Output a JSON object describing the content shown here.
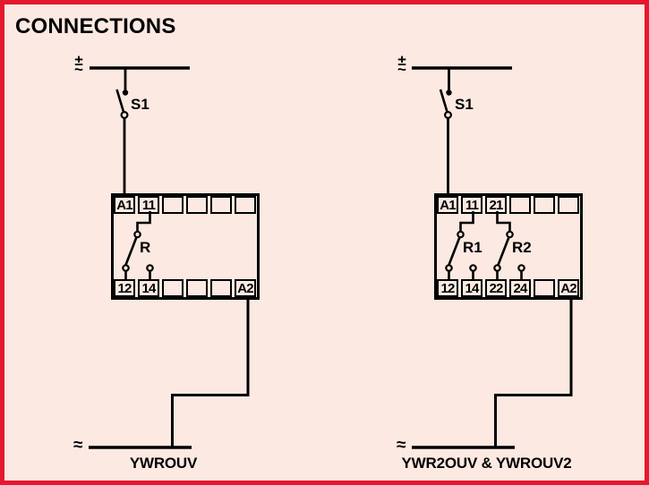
{
  "title": "CONNECTIONS",
  "colors": {
    "frame": "#E6182E",
    "background": "#FBE9E2",
    "line": "#000000",
    "text": "#000000"
  },
  "diagrams": [
    {
      "caption": "YWROUV",
      "supply": {
        "plus_minus": "±",
        "tilde": "~",
        "approx": "≈"
      },
      "switch": {
        "label": "S1"
      },
      "relays": [
        {
          "label": "R"
        }
      ],
      "terminals": {
        "top": [
          "A1",
          "11",
          "",
          "",
          "",
          ""
        ],
        "bottom": [
          "12",
          "14",
          "",
          "",
          "",
          "A2"
        ]
      }
    },
    {
      "caption": "YWR2OUV & YWROUV2",
      "supply": {
        "plus_minus": "±",
        "tilde": "~",
        "approx": "≈"
      },
      "switch": {
        "label": "S1"
      },
      "relays": [
        {
          "label": "R1"
        },
        {
          "label": "R2"
        }
      ],
      "terminals": {
        "top": [
          "A1",
          "11",
          "21",
          "",
          "",
          ""
        ],
        "bottom": [
          "12",
          "14",
          "22",
          "24",
          "",
          "A2"
        ]
      }
    }
  ]
}
